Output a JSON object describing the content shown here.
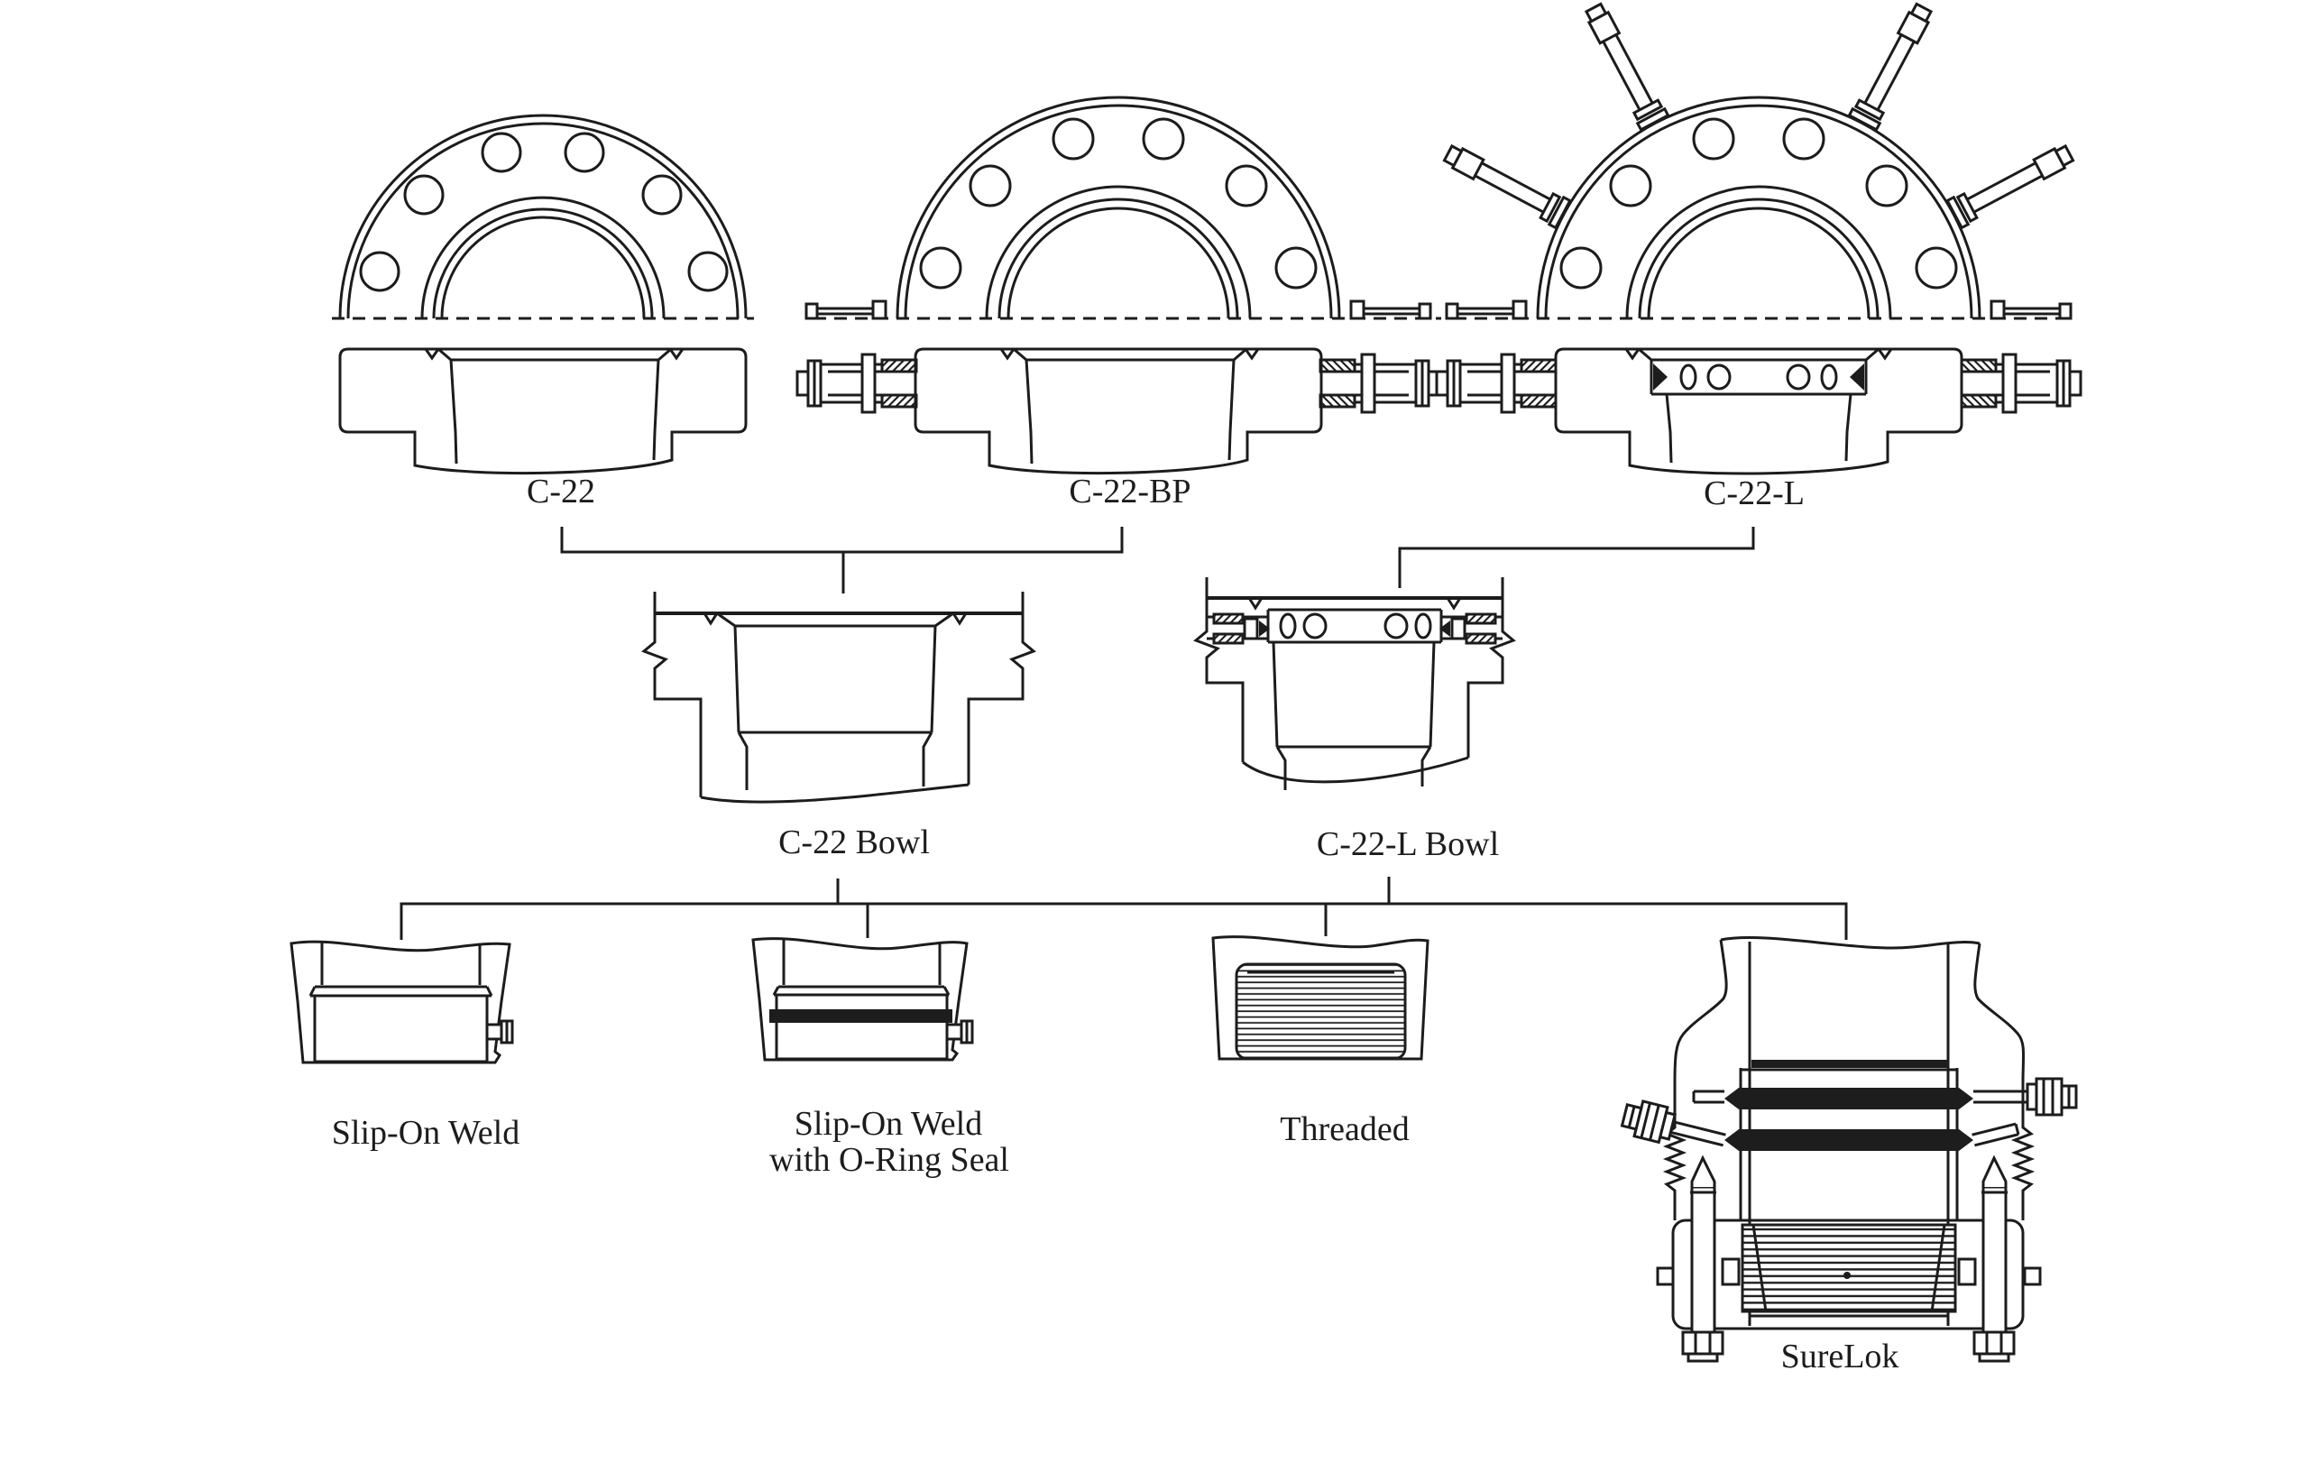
{
  "colors": {
    "ink": "#1c1c1c",
    "paper": "#ffffff"
  },
  "diagram": {
    "flanges": [
      {
        "label": "C-22"
      },
      {
        "label": "C-22-BP"
      },
      {
        "label": "C-22-L"
      }
    ],
    "bowls": [
      {
        "label": "C-22 Bowl"
      },
      {
        "label": "C-22-L Bowl"
      }
    ],
    "connections": [
      {
        "label": "Slip-On Weld"
      },
      {
        "label": "Slip-On Weld",
        "label2": "with O-Ring Seal"
      },
      {
        "label": "Threaded"
      },
      {
        "label": "SureLok"
      }
    ]
  }
}
